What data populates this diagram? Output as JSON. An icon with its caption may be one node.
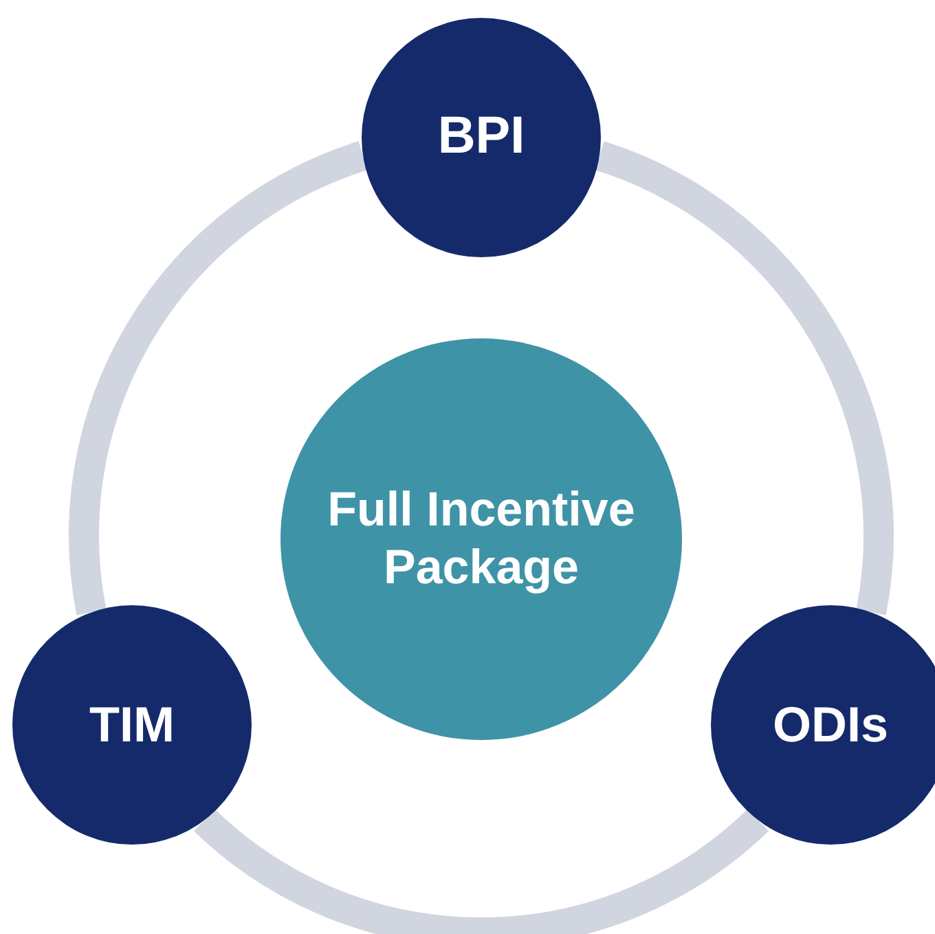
{
  "diagram": {
    "nodes": [
      {
        "text": [
          "BPI"
        ]
      },
      {
        "text": [
          "Full Incentive Package"
        ]
      },
      {
        "text": [
          "TIM"
        ]
      },
      {
        "text": [
          "ODIs"
        ]
      }
    ],
    "edges": [
      {
        "from": 0,
        "to": 3,
        "arrow": "none"
      },
      {
        "from": 3,
        "to": 2,
        "arrow": "none"
      },
      {
        "from": 2,
        "to": 0,
        "arrow": "none"
      }
    ]
  }
}
